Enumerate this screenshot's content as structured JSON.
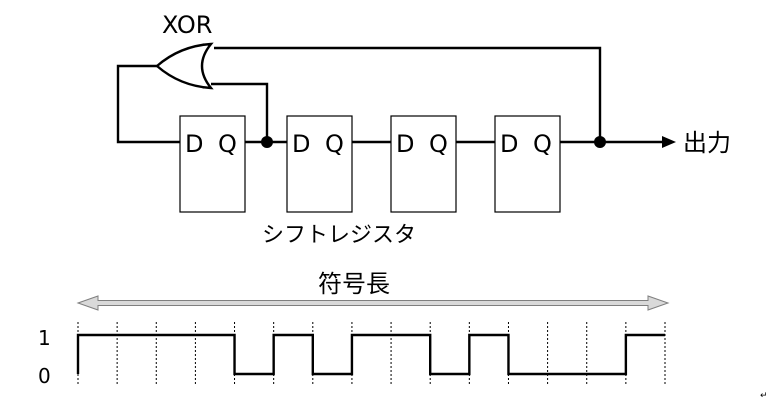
{
  "circuit": {
    "gate_label": "XOR",
    "flipflops": [
      {
        "d": "D",
        "q": "Q"
      },
      {
        "d": "D",
        "q": "Q"
      },
      {
        "d": "D",
        "q": "Q"
      },
      {
        "d": "D",
        "q": "Q"
      }
    ],
    "register_label": "シフトレジスタ",
    "output_label": "出力"
  },
  "waveform": {
    "code_length_label": "符号長",
    "y_labels": [
      "1",
      "0"
    ],
    "bits": [
      1,
      1,
      1,
      1,
      0,
      1,
      0,
      1,
      1,
      0,
      1,
      0,
      0,
      0,
      1
    ]
  },
  "colors": {
    "line": "#000000",
    "arrow_fill": "#d9d9d9",
    "arrow_stroke": "#7f7f7f",
    "grid": "#000000"
  }
}
